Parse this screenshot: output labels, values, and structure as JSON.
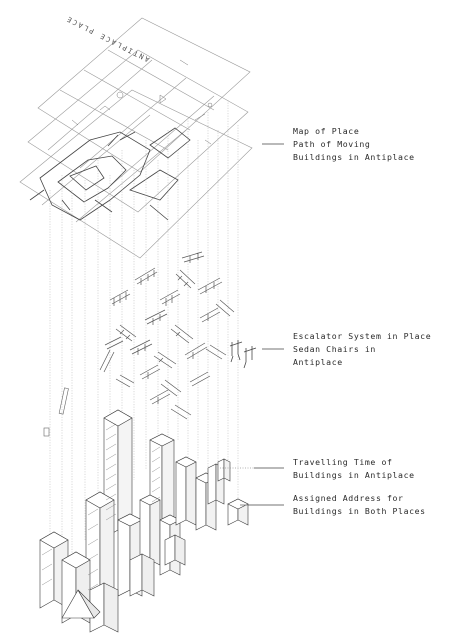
{
  "map_plane": {
    "title": "ANTIPLACE PLACE"
  },
  "annotations": [
    {
      "lines": [
        "Map of Place",
        "Path of Moving",
        "Buildings in Antiplace"
      ]
    },
    {
      "lines": [
        "Escalator System in Place",
        "Sedan Chairs in",
        "Antiplace"
      ]
    },
    {
      "lines": [
        "Travelling Time of",
        "Buildings in Antiplace"
      ]
    },
    {
      "lines": [
        "Assigned Address for",
        "Buildings in Both Places"
      ]
    }
  ]
}
